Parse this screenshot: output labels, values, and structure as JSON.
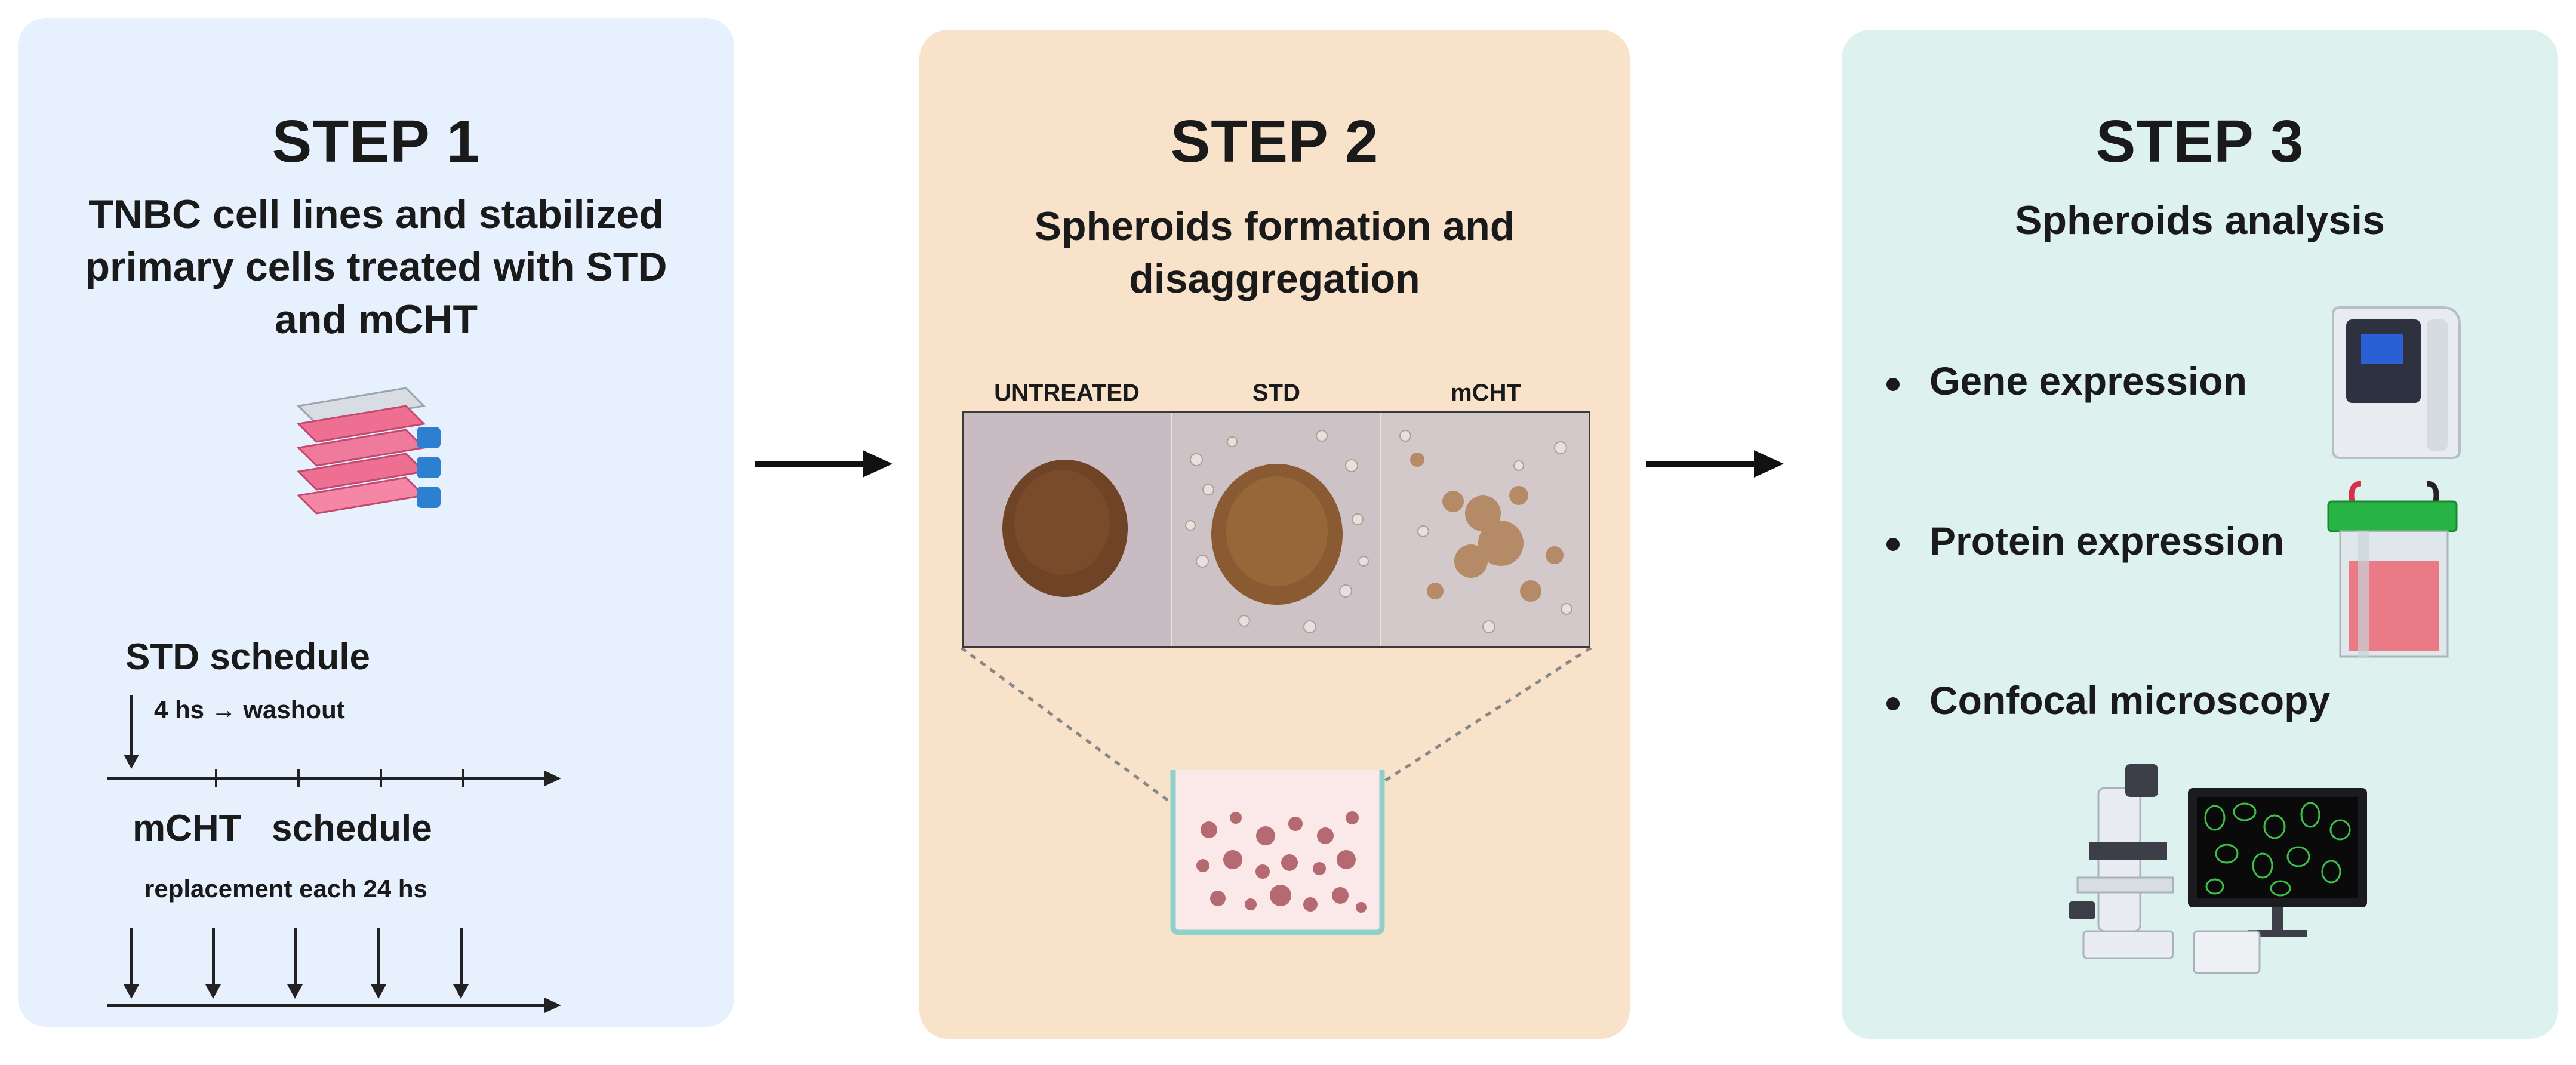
{
  "step1": {
    "title": "STEP 1",
    "subtitle_lines": [
      "TNBC cell lines and stabilized",
      "primary cells treated with STD",
      "and mCHT"
    ],
    "std_schedule": {
      "label": "STD schedule",
      "note": "4 hs → washout"
    },
    "mcht_schedule": {
      "label_part1": "mCHT",
      "label_part2": "schedule",
      "note": "replacement each 24 hs"
    }
  },
  "step2": {
    "title": "STEP 2",
    "subtitle_lines": [
      "Spheroids formation and",
      "disaggregation"
    ],
    "columns": [
      "UNTREATED",
      "STD",
      "mCHT"
    ]
  },
  "step3": {
    "title": "STEP 3",
    "subtitle": "Spheroids analysis",
    "bullets": [
      "Gene expression",
      "Protein expression",
      "Confocal microscopy"
    ]
  },
  "icons": [
    "cell-culture-flasks-icon",
    "arrow-right-icon",
    "well-plate-icon",
    "pcr-machine-icon",
    "electrophoresis-tank-icon",
    "confocal-microscope-icon"
  ]
}
